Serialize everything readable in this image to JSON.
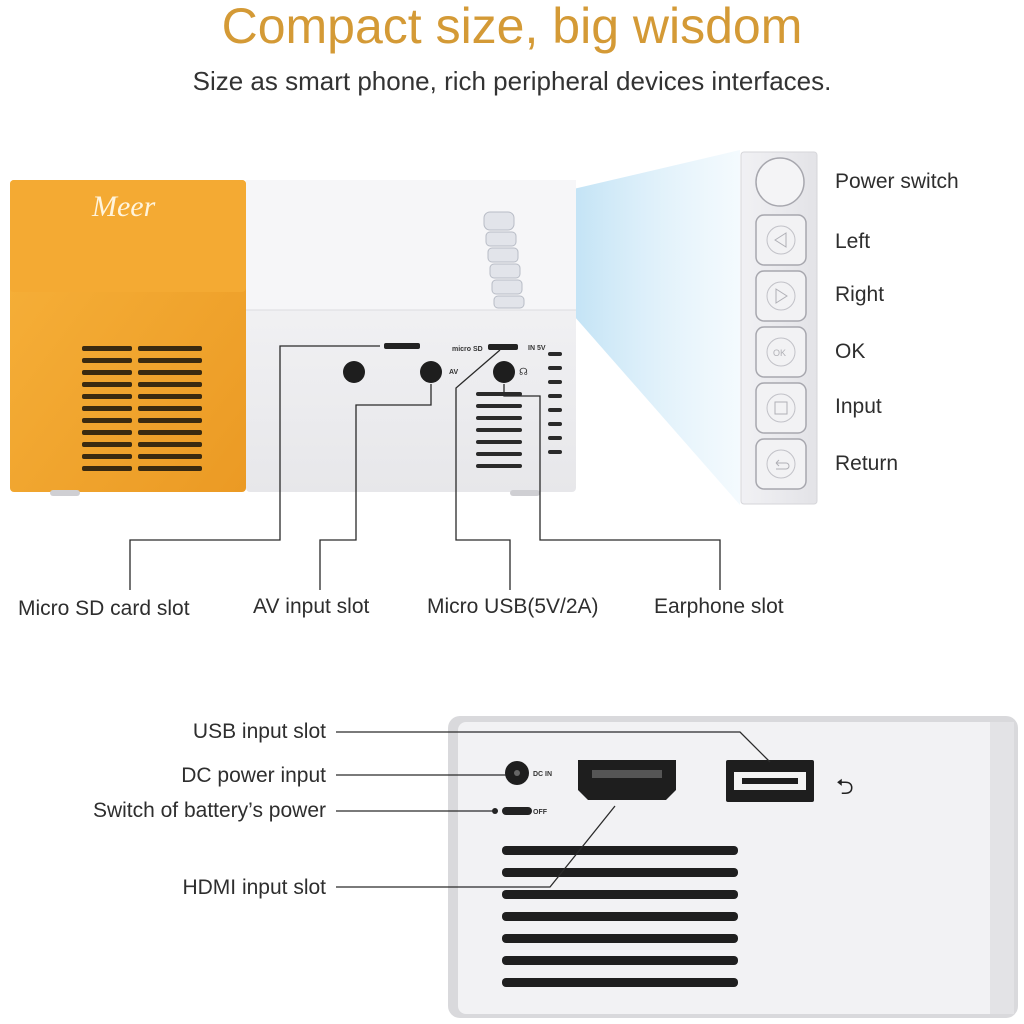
{
  "header": {
    "title": "Compact size, big wisdom",
    "subtitle": "Size as smart phone, rich peripheral devices interfaces."
  },
  "brand": {
    "logo_text": "Meer"
  },
  "device_markings": {
    "micro_sd": "micro SD",
    "in_5v": "IN 5V",
    "av": "AV",
    "dc_in": "DC IN",
    "off": "OFF"
  },
  "buttons": [
    {
      "label": "Power switch",
      "icon": "power-button"
    },
    {
      "label": "Left",
      "icon": "triangle-left-icon"
    },
    {
      "label": "Right",
      "icon": "triangle-right-icon"
    },
    {
      "label": "OK",
      "icon": "ok-icon",
      "glyph": "OK"
    },
    {
      "label": "Input",
      "icon": "input-icon"
    },
    {
      "label": "Return",
      "icon": "return-icon"
    }
  ],
  "side_ports": [
    {
      "label": "Micro SD card slot"
    },
    {
      "label": "AV input slot"
    },
    {
      "label": "Micro USB(5V/2A)"
    },
    {
      "label": "Earphone slot"
    }
  ],
  "back_ports": [
    {
      "label": "USB input slot"
    },
    {
      "label": "DC power input"
    },
    {
      "label": "Switch of battery’s power"
    },
    {
      "label": "HDMI input slot"
    }
  ],
  "colors": {
    "accent_orange": "#f1a631",
    "title_gold": "#d49a36",
    "body_white": "#f4f4f6",
    "beam_blue": "#bfe3f5"
  }
}
